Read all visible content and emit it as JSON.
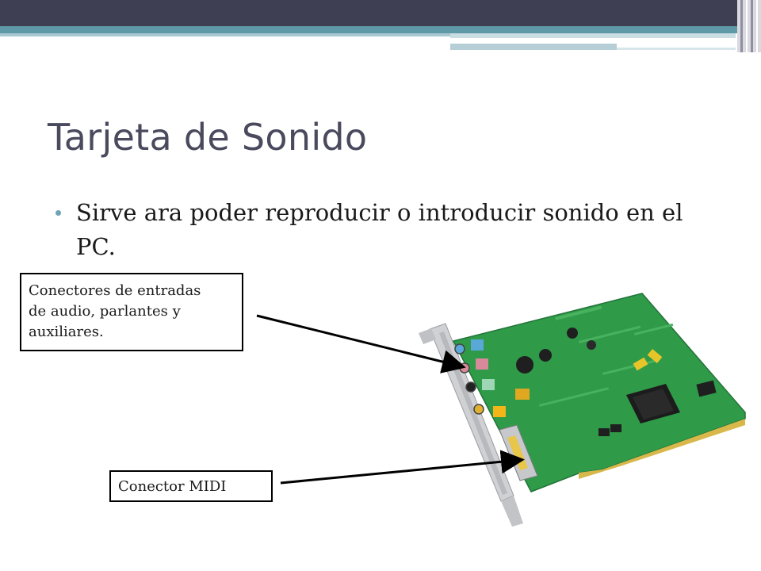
{
  "slide": {
    "title": "Tarjeta de Sonido",
    "bullets": [
      "Sirve ara poder reproducir o introducir sonido en el PC."
    ]
  },
  "callouts": {
    "audio_connectors": {
      "line1": "Conectores de entradas",
      "line2": "de audio, parlantes y",
      "line3": "auxiliares."
    },
    "midi_connector": "Conector MIDI"
  },
  "figure": {
    "subject": "sound-card-icon"
  },
  "colors": {
    "title": "#4a4a5e",
    "bullet_dot": "#6fa3b5",
    "top_bar_dark": "#3e3f52",
    "top_bar_teal": "#5f98a6",
    "pcb_green": "#2f9a48"
  }
}
